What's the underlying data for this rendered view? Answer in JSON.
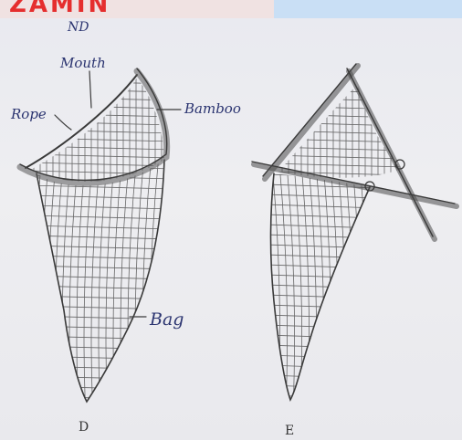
{
  "banner": {
    "text": "ZAMIN"
  },
  "header_note": "ND",
  "figure_d": {
    "labels": {
      "mouth": "Mouth",
      "rope": "Rope",
      "bamboo": "Bamboo",
      "bag": "Bag"
    },
    "caption": "D"
  },
  "figure_e": {
    "caption": "E"
  },
  "colors": {
    "ink": "#2b3470",
    "pencil": "#3a3a3a",
    "banner_red": "#e52e2e",
    "banner_blue": "#c9dff5"
  }
}
